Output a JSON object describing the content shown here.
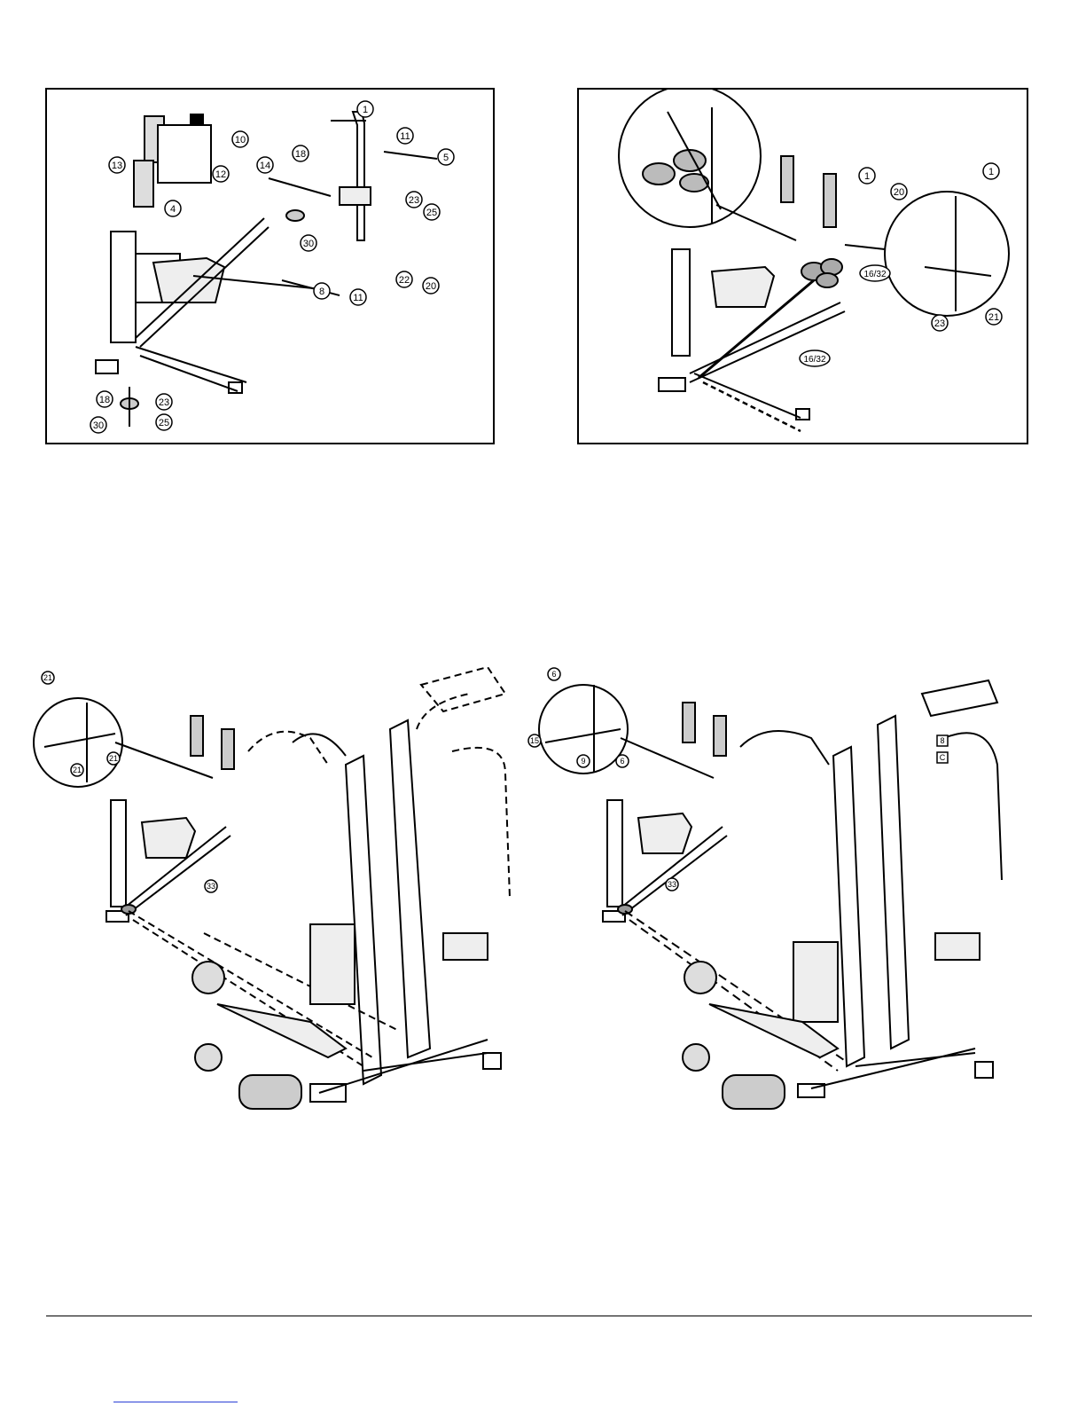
{
  "figures": [
    {
      "id": "top-left",
      "callouts": [
        "1",
        "10",
        "11",
        "5",
        "12",
        "13",
        "4",
        "14",
        "18",
        "23",
        "25",
        "30",
        "22",
        "20",
        "8",
        "11",
        "18",
        "30",
        "23",
        "25"
      ]
    },
    {
      "id": "top-right",
      "callouts": [
        "1",
        "20",
        "1",
        "16/32",
        "16/32",
        "23",
        "21"
      ]
    },
    {
      "id": "bottom-left",
      "callouts": [
        "21",
        "21",
        "21",
        "33"
      ]
    },
    {
      "id": "bottom-right",
      "callouts": [
        "6",
        "15",
        "9",
        "6",
        "33",
        "8",
        "C"
      ]
    }
  ],
  "colors": {
    "line": "#000000",
    "link": "#2a3fd6"
  }
}
